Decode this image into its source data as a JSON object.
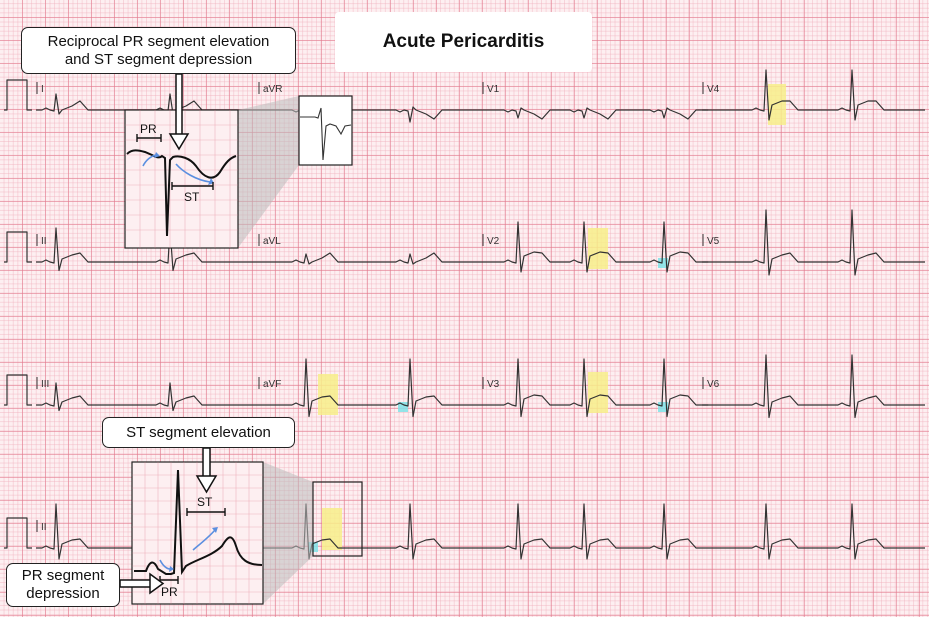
{
  "title": "Acute Pericarditis",
  "callouts": {
    "reciprocal": [
      "Reciprocal PR segment elevation",
      "and ST segment depression"
    ],
    "st_elevation": "ST segment elevation",
    "pr_depression": [
      "PR segment",
      "depression"
    ]
  },
  "zoom_labels": {
    "top_pr": "PR",
    "top_st": "ST",
    "bottom_st": "ST",
    "bottom_pr": "PR"
  },
  "leads": {
    "row1": [
      "I",
      "aVR",
      "V1",
      "V4"
    ],
    "row2": [
      "II",
      "aVL",
      "V2",
      "V5"
    ],
    "row3": [
      "III",
      "aVF",
      "V3",
      "V6"
    ],
    "row4": [
      "II"
    ]
  },
  "colors": {
    "st_highlight": "#f7ef8a",
    "pr_highlight": "#7fe3e8",
    "arrow": "#5b8fe0",
    "trace": "#333333"
  }
}
